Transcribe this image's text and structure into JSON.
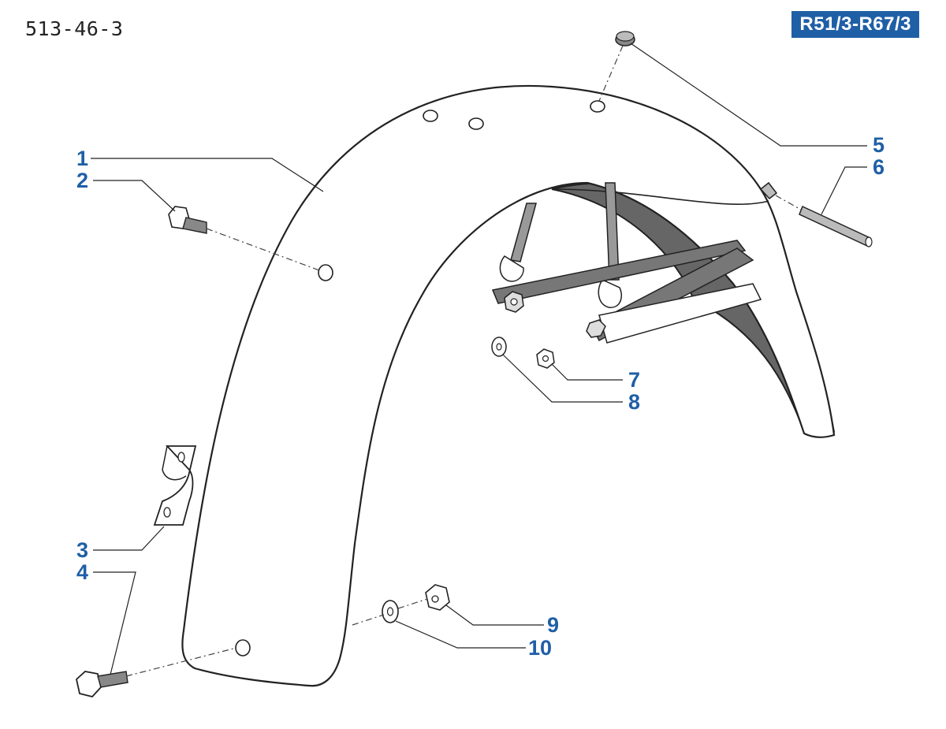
{
  "header": {
    "diagram_code": "513-46-3",
    "model_range": "R51/3-R67/3"
  },
  "colors": {
    "accent": "#1f5fa6",
    "shadow": "#666666",
    "line": "#222222"
  },
  "callouts": [
    {
      "number": "1"
    },
    {
      "number": "2"
    },
    {
      "number": "3"
    },
    {
      "number": "4"
    },
    {
      "number": "5"
    },
    {
      "number": "6"
    },
    {
      "number": "7"
    },
    {
      "number": "8"
    },
    {
      "number": "9"
    },
    {
      "number": "10"
    }
  ]
}
